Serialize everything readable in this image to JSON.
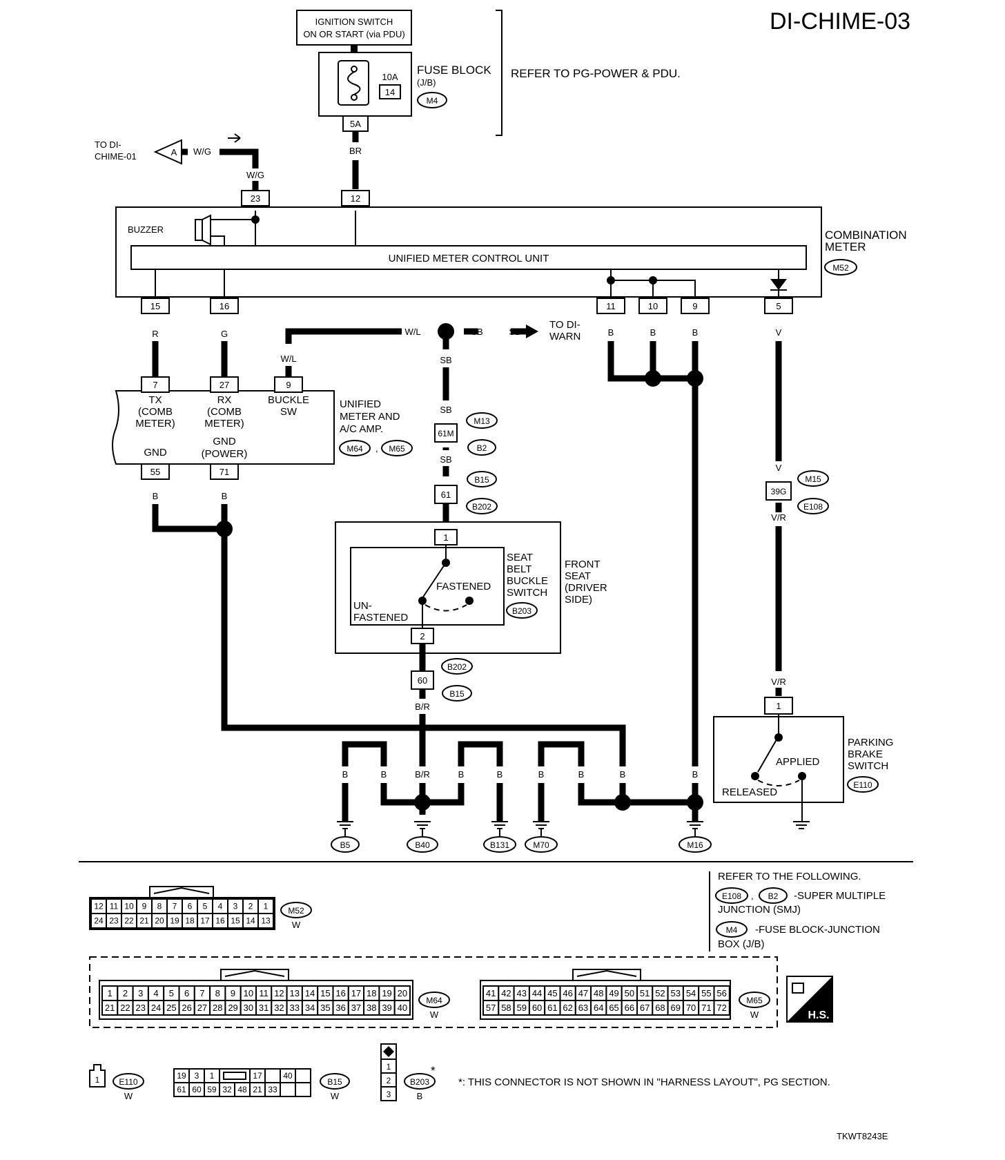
{
  "diagram_id": "DI-CHIME-03",
  "footer_code": "TKWT8243E",
  "ignition": {
    "line1": "IGNITION SWITCH",
    "line2": "ON OR START (via PDU)"
  },
  "fuse_block": {
    "amp": "10A",
    "fuse_no": "14",
    "line1": "FUSE BLOCK",
    "line2": "(J/B)",
    "conn": "M4",
    "pin": "5A",
    "refer": "REFER TO PG-POWER & PDU."
  },
  "to_chime01": {
    "line1": "TO DI-",
    "line2": "CHIME-01",
    "letter": "A"
  },
  "combination_meter": {
    "line1": "COMBINATION",
    "line2": "METER",
    "conn": "M52",
    "buzzer": "BUZZER",
    "umcu": "UNIFIED METER CONTROL UNIT",
    "pins": [
      "23",
      "12",
      "15",
      "16",
      "11",
      "10",
      "9",
      "5"
    ]
  },
  "wire_colors": {
    "wg": "W/G",
    "br": "BR",
    "r": "R",
    "g": "G",
    "wl": "W/L",
    "sb": "SB",
    "b": "B",
    "v": "V",
    "vr": "V/R",
    "br2": "B/R"
  },
  "to_warn": {
    "line1": "TO DI-",
    "line2": "WARN"
  },
  "amp_unit": {
    "lines": [
      "UNIFIED",
      "METER AND",
      "A/C AMP."
    ],
    "conn1": "M64",
    "conn2": "M65",
    "pins": [
      "7",
      "27",
      "9",
      "55",
      "71"
    ],
    "tx": [
      "TX",
      "(COMB",
      "METER)"
    ],
    "rx": [
      "RX",
      "(COMB",
      "METER)"
    ],
    "buckle": [
      "BUCKLE",
      "SW"
    ],
    "gnd": "GND",
    "gnd_power": [
      "GND",
      "(POWER)"
    ]
  },
  "connectors": {
    "c61m": "61M",
    "m13": "M13",
    "b2": "B2",
    "c61": "61",
    "b15": "B15",
    "b202": "B202",
    "c39g": "39G",
    "m15": "M15",
    "e108": "E108",
    "c60": "60"
  },
  "seat_belt": {
    "pin1": "1",
    "pin2": "2",
    "switch": [
      "SEAT",
      "BELT",
      "BUCKLE",
      "SWITCH"
    ],
    "conn": "B203",
    "fastened": "FASTENED",
    "unfastened": [
      "UN-",
      "FASTENED"
    ],
    "seat": [
      "FRONT",
      "SEAT",
      "(DRIVER",
      "SIDE)"
    ]
  },
  "parking_brake": {
    "pin": "1",
    "applied": "APPLIED",
    "released": "RELEASED",
    "name": [
      "PARKING",
      "BRAKE",
      "SWITCH"
    ],
    "conn": "E110"
  },
  "grounds": [
    "B5",
    "B40",
    "B131",
    "M70",
    "M16"
  ],
  "refer_following": {
    "title": "REFER TO THE FOLLOWING.",
    "smj_conns": [
      "E108",
      "B2"
    ],
    "smj_text": "-SUPER MULTIPLE",
    "smj_text2": "JUNCTION (SMJ)",
    "jb_conn": "M4",
    "jb_text": "-FUSE BLOCK-JUNCTION",
    "jb_text2": "BOX (J/B)"
  },
  "face_views": {
    "m52": {
      "row1": [
        "12",
        "11",
        "10",
        "9",
        "8",
        "7",
        "6",
        "5",
        "4",
        "3",
        "2",
        "1"
      ],
      "row2": [
        "24",
        "23",
        "22",
        "21",
        "20",
        "19",
        "18",
        "17",
        "16",
        "15",
        "14",
        "13"
      ],
      "conn": "M52",
      "color": "W"
    },
    "m64": {
      "row1": [
        "1",
        "2",
        "3",
        "4",
        "5",
        "6",
        "7",
        "8",
        "9",
        "10",
        "11",
        "12",
        "13",
        "14",
        "15",
        "16",
        "17",
        "18",
        "19",
        "20"
      ],
      "row2": [
        "21",
        "22",
        "23",
        "24",
        "25",
        "26",
        "27",
        "28",
        "29",
        "30",
        "31",
        "32",
        "33",
        "34",
        "35",
        "36",
        "37",
        "38",
        "39",
        "40"
      ],
      "conn": "M64",
      "color": "W"
    },
    "m65": {
      "row1": [
        "41",
        "42",
        "43",
        "44",
        "45",
        "46",
        "47",
        "48",
        "49",
        "50",
        "51",
        "52",
        "53",
        "54",
        "55",
        "56"
      ],
      "row2": [
        "57",
        "58",
        "59",
        "60",
        "61",
        "62",
        "63",
        "64",
        "65",
        "66",
        "67",
        "68",
        "69",
        "70",
        "71",
        "72"
      ],
      "conn": "M65",
      "color": "W"
    },
    "e110": {
      "pin": "1",
      "conn": "E110",
      "color": "W"
    },
    "b15": {
      "row1": [
        "19",
        "3",
        "1",
        "",
        "17",
        "",
        "40"
      ],
      "row2": [
        "61",
        "60",
        "59",
        "32",
        "48",
        "21",
        "33",
        "",
        ""
      ],
      "conn": "B15",
      "color": "W"
    },
    "b203": {
      "pins": [
        "1",
        "2",
        "3"
      ],
      "conn": "B203",
      "color": "B",
      "star": "*"
    }
  },
  "hs_label": "H.S.",
  "note": "*: THIS CONNECTOR IS NOT SHOWN IN \"HARNESS LAYOUT\", PG SECTION."
}
